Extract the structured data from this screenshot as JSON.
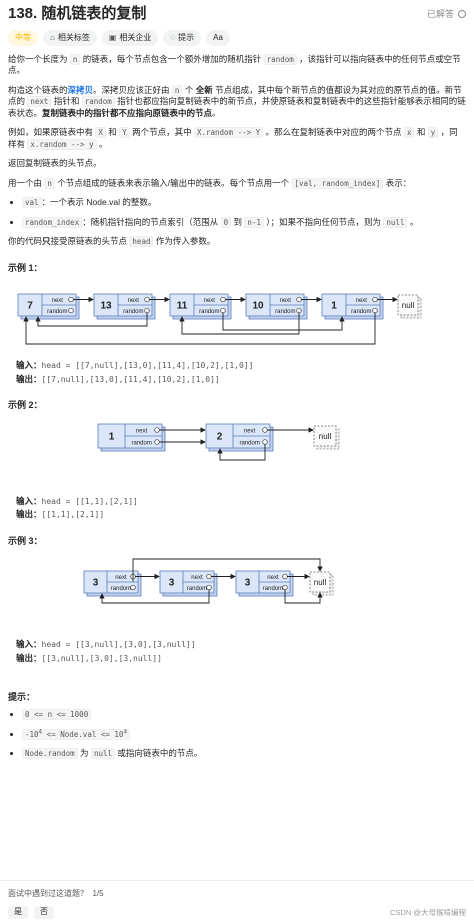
{
  "header": {
    "title": "138. 随机链表的复制",
    "solved": "已解答"
  },
  "tags": {
    "difficulty": "中等",
    "related_tags": "相关标签",
    "related_companies": "相关企业",
    "hint": "提示",
    "font": "Aa"
  },
  "desc": {
    "p1_a": "给你一个长度为",
    "p1_n": "n",
    "p1_b": "的链表，每个节点包含一个额外增加的随机指针",
    "p1_random": "random",
    "p1_c": "，该指针可以指向链表中的任何节点或空节点。",
    "p2_a": "构造这个链表的",
    "p2_deep": "深拷贝",
    "p2_b": "。深拷贝应该正好由",
    "p2_n": "n",
    "p2_c": "个",
    "p2_new": "全新",
    "p2_d": "节点组成，其中每个新节点的值都设为其对应的原节点的值。新节点的",
    "p2_next": "next",
    "p2_e": "指针和",
    "p2_random": "random",
    "p2_f": "指针也都应指向复制链表中的新节点，并使原链表和复制链表中的这些指针能够表示相同的链表状态。",
    "p2_bold": "复制链表中的指针都不应指向原链表中的节点",
    "p2_g": "。",
    "p3_a": "例如，如果原链表中有",
    "p3_x": "X",
    "p3_b": "和",
    "p3_y": "Y",
    "p3_c": "两个节点，其中",
    "p3_code1": "X.random --> Y",
    "p3_d": "。那么在复制链表中对应的两个节点",
    "p3_x2": "x",
    "p3_e": "和",
    "p3_y2": "y",
    "p3_f": "，同样有",
    "p3_code2": "x.random --> y",
    "p3_g": "。",
    "p4": "返回复制链表的头节点。",
    "p5_a": "用一个由",
    "p5_n": "n",
    "p5_b": "个节点组成的链表来表示输入/输出中的链表。每个节点用一个",
    "p5_code": "[val, random_index]",
    "p5_c": "表示：",
    "li1_code": "val",
    "li1_text": "：一个表示 Node.val 的整数。",
    "li2_code": "random_index",
    "li2_a": "：随机指针指向的节点索引（范围从",
    "li2_0": "0",
    "li2_b": "到",
    "li2_n1": "n-1",
    "li2_c": "）；如果不指向任何节点，则为",
    "li2_null": "null",
    "li2_d": "。",
    "p6_a": "你的代码",
    "p6_only": "只",
    "p6_b": "接受原链表的头节点",
    "p6_head": "head",
    "p6_c": "作为传入参数。"
  },
  "examples": [
    {
      "title": "示例 1：",
      "input_label": "输入：",
      "input": "head = [[7,null],[13,0],[11,4],[10,2],[1,0]]",
      "output_label": "输出：",
      "output": "[[7,null],[13,0],[11,4],[10,2],[1,0]]",
      "nodes": [
        "7",
        "13",
        "11",
        "10",
        "1"
      ]
    },
    {
      "title": "示例 2：",
      "input_label": "输入：",
      "input": "head = [[1,1],[2,1]]",
      "output_label": "输出：",
      "output": "[[1,1],[2,1]]",
      "nodes": [
        "1",
        "2"
      ]
    },
    {
      "title": "示例 3：",
      "input_label": "输入：",
      "input": "head = [[3,null],[3,0],[3,null]]",
      "output_label": "输出：",
      "output": "[[3,null],[3,0],[3,null]]",
      "nodes": [
        "3",
        "3",
        "3"
      ]
    }
  ],
  "diagram": {
    "next": "next",
    "random": "random",
    "null": "null"
  },
  "constraints": {
    "title": "提示：",
    "c1": "0 <= n <= 1000",
    "c2_a": "-10",
    "c2_e1": "4",
    "c2_b": " <= Node.val <= 10",
    "c2_e2": "4",
    "c3_code": "Node.random",
    "c3_a": "为",
    "c3_null": "null",
    "c3_b": "或指向链表中的节点。"
  },
  "footer": {
    "question": "面试中遇到过这道题？",
    "count": "1/5",
    "yes": "是",
    "no": "否"
  },
  "watermark": "CSDN @大母猴啃编程",
  "colors": {
    "node_fill": "#dbe7f9",
    "node_stroke": "#5b7dbd",
    "arrow": "#222222",
    "difficulty": "#ffb800"
  }
}
